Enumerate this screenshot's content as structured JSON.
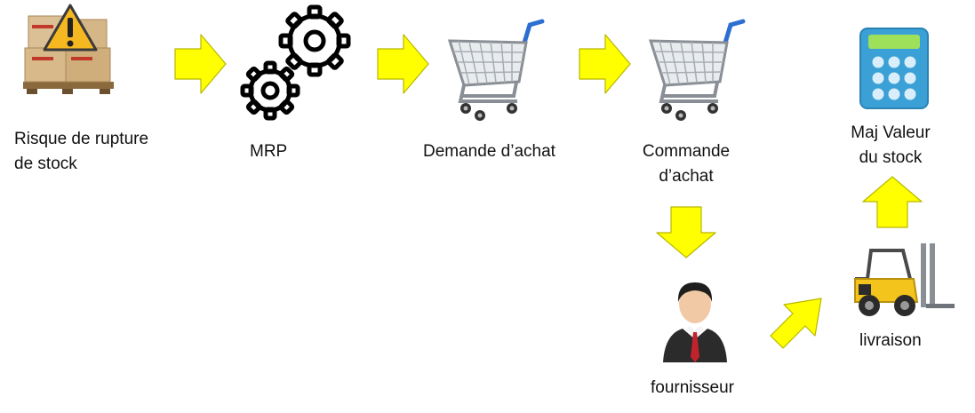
{
  "colors": {
    "arrow": "#ffff00",
    "arrow_stroke": "#b7b700",
    "background": "#ffffff"
  },
  "nodes": [
    {
      "id": "stock-risk",
      "icon": "warning-boxes-icon",
      "label": "Risque de rupture\nde stock"
    },
    {
      "id": "mrp",
      "icon": "gears-icon",
      "label": "MRP"
    },
    {
      "id": "purchase-request",
      "icon": "shopping-cart-icon",
      "label": "Demande d’achat"
    },
    {
      "id": "purchase-order",
      "icon": "shopping-cart-icon",
      "label": "Commande\nd’achat"
    },
    {
      "id": "supplier",
      "icon": "businessman-icon",
      "label": "fournisseur"
    },
    {
      "id": "delivery",
      "icon": "forklift-icon",
      "label": "livraison"
    },
    {
      "id": "stock-value",
      "icon": "calculator-icon",
      "label": "Maj Valeur\ndu stock"
    }
  ],
  "edges": [
    {
      "from": "stock-risk",
      "to": "mrp",
      "direction": "right"
    },
    {
      "from": "mrp",
      "to": "purchase-request",
      "direction": "right"
    },
    {
      "from": "purchase-request",
      "to": "purchase-order",
      "direction": "right"
    },
    {
      "from": "purchase-order",
      "to": "supplier",
      "direction": "down"
    },
    {
      "from": "supplier",
      "to": "delivery",
      "direction": "up-right"
    },
    {
      "from": "delivery",
      "to": "stock-value",
      "direction": "up"
    }
  ]
}
